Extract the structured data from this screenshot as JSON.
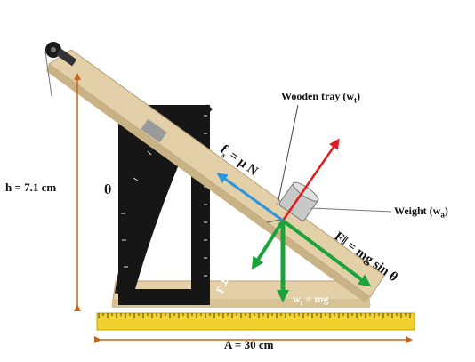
{
  "labels": {
    "height": "h = 7.1 cm",
    "base": "A = 30 cm",
    "theta": "θ",
    "tray_name": "Wooden tray (w",
    "tray_sub": "t",
    "weight_name": "Weight (w",
    "weight_sub": "a",
    "friction_main": "f",
    "friction_sub": "s",
    "friction_rest": " = μ N",
    "f_parallel": "F‖ = mg sin θ",
    "f_perp": "F⊥ = mg cos θ",
    "wt_main": "w",
    "wt_sub": "t",
    "wt_rest": " = mg"
  },
  "colors": {
    "wood": "#e3d0a8",
    "black": "#161616",
    "ruler": "#f2d12e",
    "dim_arrow": "#c8631d",
    "red_arrow": "#e11b1b",
    "green_arrow": "#19a33a",
    "blue_arrow": "#2b95de"
  }
}
